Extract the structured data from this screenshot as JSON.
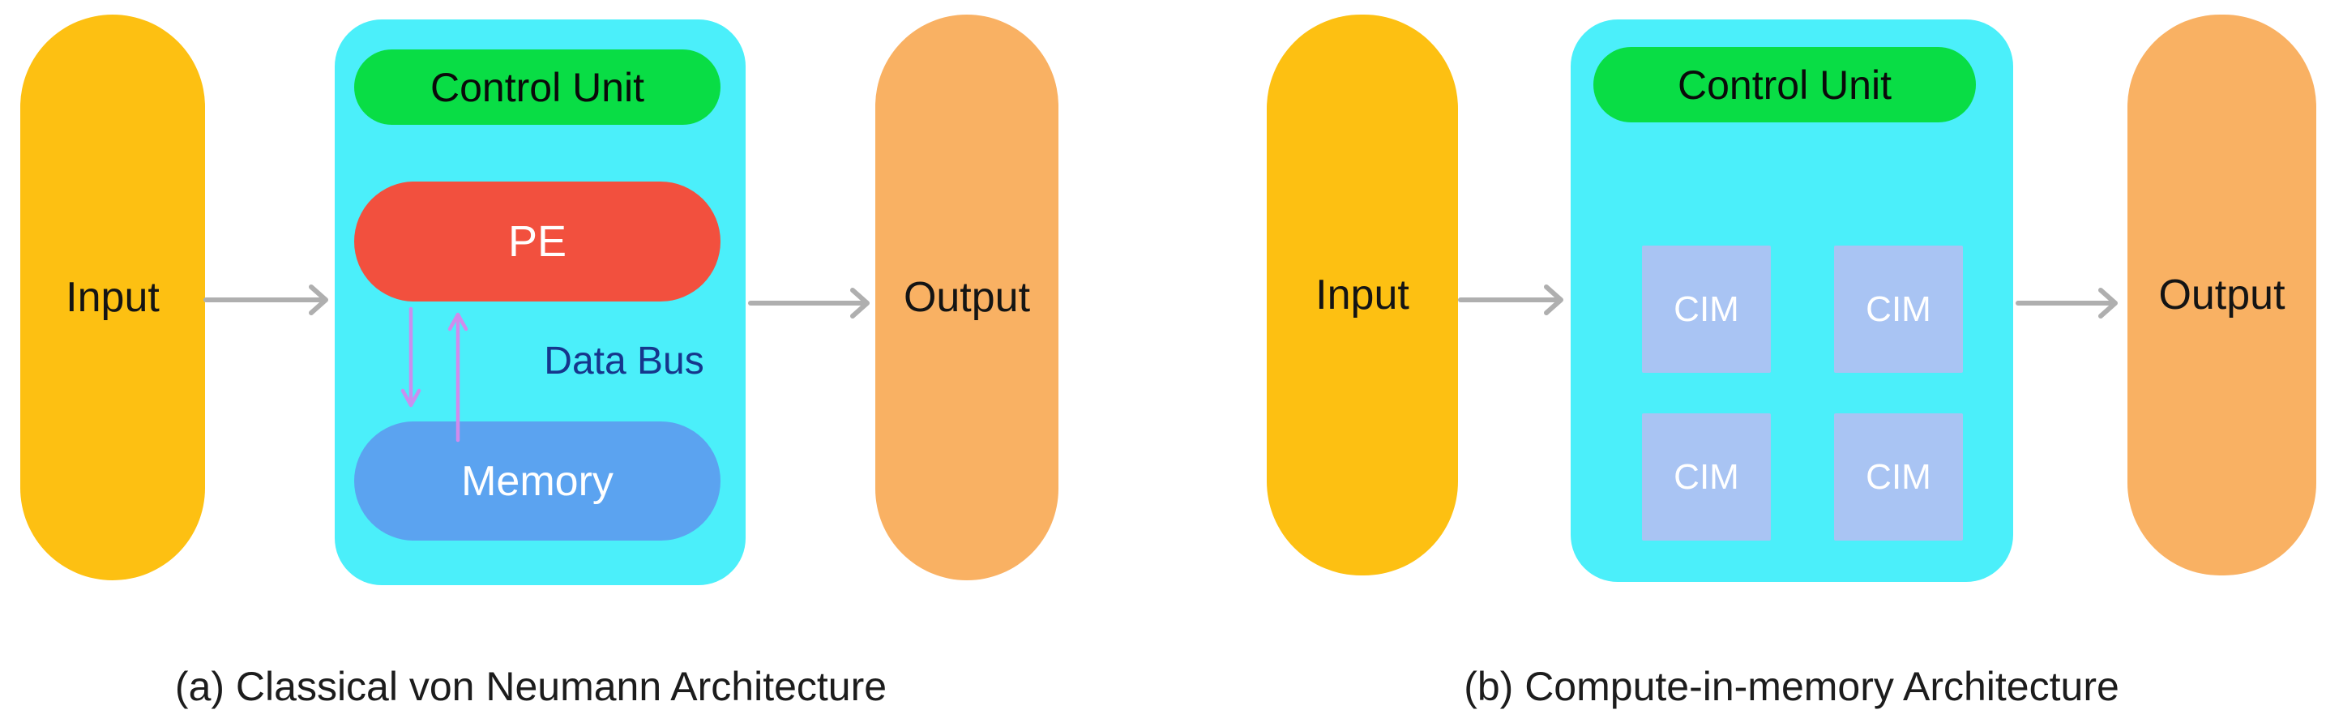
{
  "figure": {
    "type": "block-diagram",
    "description": "Comparison of classical von Neumann architecture and compute-in-memory architecture"
  },
  "colors": {
    "input_fill": "#fdc012",
    "output_fill": "#f9b163",
    "container_fill": "#4beffa",
    "control_fill": "#09dd45",
    "pe_fill": "#f2503e",
    "memory_fill": "#5ba3f0",
    "cim_fill": "#a9c4f3",
    "databus_text": "#16368c",
    "caption_text": "#1c1c1c",
    "arrow_gray": "#afafaf",
    "bus_arrow_down": "#c98fef",
    "bus_arrow_up": "#d18bec"
  },
  "panels": [
    {
      "id": "a",
      "caption": "(a) Classical von Neumann Architecture",
      "input_label": "Input",
      "output_label": "Output",
      "control_unit_label": "Control Unit",
      "pe_label": "PE",
      "data_bus_label": "Data Bus",
      "memory_label": "Memory"
    },
    {
      "id": "b",
      "caption": "(b) Compute-in-memory Architecture",
      "input_label": "Input",
      "output_label": "Output",
      "control_unit_label": "Control Unit",
      "cim_labels": [
        "CIM",
        "CIM",
        "CIM",
        "CIM"
      ]
    }
  ]
}
